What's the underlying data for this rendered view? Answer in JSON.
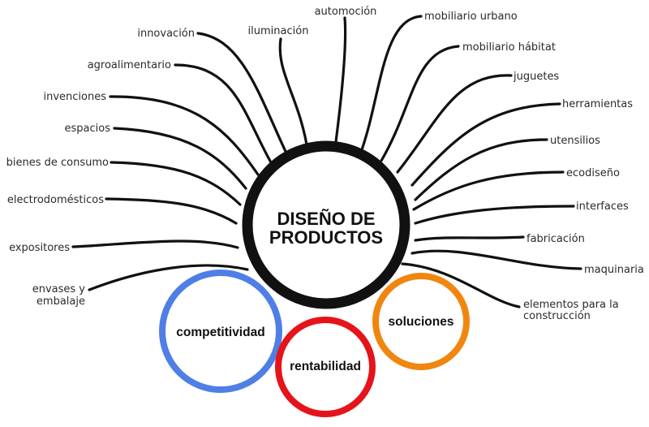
{
  "center": {
    "line1": "DISEÑO DE",
    "line2": "PRODUCTOS",
    "ring_color": "#111111"
  },
  "spokes": [
    {
      "label": "automoción"
    },
    {
      "label": "iluminación"
    },
    {
      "label": "innovación"
    },
    {
      "label": "agroalimentario"
    },
    {
      "label": "invenciones"
    },
    {
      "label": "espacios"
    },
    {
      "label": "bienes de consumo"
    },
    {
      "label": "electrodomésticos"
    },
    {
      "label": "expositores"
    },
    {
      "label": "envases y"
    },
    {
      "label": "embalaje"
    },
    {
      "label": "mobiliario urbano"
    },
    {
      "label": "mobiliario hábitat"
    },
    {
      "label": "juguetes"
    },
    {
      "label": "herramientas"
    },
    {
      "label": "utensilios"
    },
    {
      "label": "ecodiseño"
    },
    {
      "label": "interfaces"
    },
    {
      "label": "fabricación"
    },
    {
      "label": "maquinaria"
    },
    {
      "label": "elementos para la"
    },
    {
      "label": "construcción"
    }
  ],
  "satellites": [
    {
      "label": "competitividad",
      "color": "#4f7fe6"
    },
    {
      "label": "rentabilidad",
      "color": "#e5141b"
    },
    {
      "label": "soluciones",
      "color": "#f0860f"
    }
  ]
}
